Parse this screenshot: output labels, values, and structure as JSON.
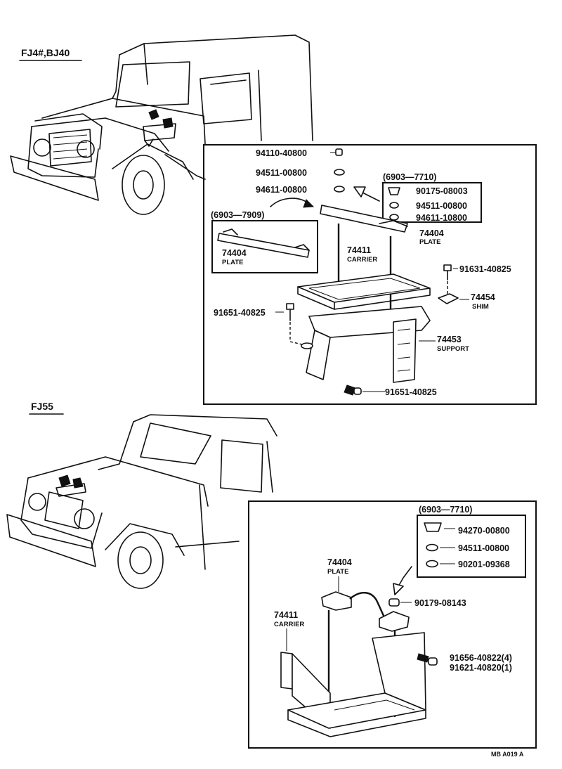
{
  "section1": {
    "model_label": "FJ4#,BJ40",
    "parts": {
      "p94110": "94110-40800",
      "p94511a": "94511-00800",
      "p94611a": "94611-00800",
      "range_a": "(6903—7710)",
      "p90175": "90175-08003",
      "p94511b": "94511-00800",
      "p94611b": "94611-10800",
      "range_b": "(6903—7909)",
      "plate_old_no": "74404",
      "plate_old_name": "PLATE",
      "plate_no": "74404",
      "plate_name": "PLATE",
      "carrier_no": "74411",
      "carrier_name": "CARRIER",
      "p91631": "91631-40825",
      "shim_no": "74454",
      "shim_name": "SHIM",
      "p91651a": "91651-40825",
      "support_no": "74453",
      "support_name": "SUPPORT",
      "p91651b": "91651-40825"
    }
  },
  "section2": {
    "model_label": "FJ55",
    "parts": {
      "range": "(6903—7710)",
      "p94270": "94270-00800",
      "p94511": "94511-00800",
      "p90201": "90201-09368",
      "plate_no": "74404",
      "plate_name": "PLATE",
      "p90179": "90179-08143",
      "carrier_no": "74411",
      "carrier_name": "CARRIER",
      "p91656": "91656-40822(4)",
      "p91621": "91621-40820(1)"
    }
  },
  "figure_code": "MB A019 A"
}
